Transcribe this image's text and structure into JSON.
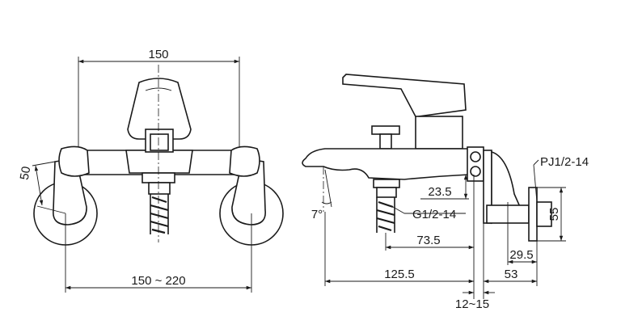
{
  "drawing": {
    "front_view": {
      "top_width": "150",
      "arm_length": "50",
      "bottom_span": "150 ~ 220"
    },
    "side_view": {
      "supply_thread": "PJ1/2-14",
      "inlet_height": "55",
      "shower_thread": "G1/2-14",
      "spout_angle": "7°",
      "dim_23_5": "23.5",
      "dim_73_5": "73.5",
      "dim_125_5": "125.5",
      "dim_29_5": "29.5",
      "dim_53": "53",
      "dim_12_15": "12~15"
    }
  }
}
